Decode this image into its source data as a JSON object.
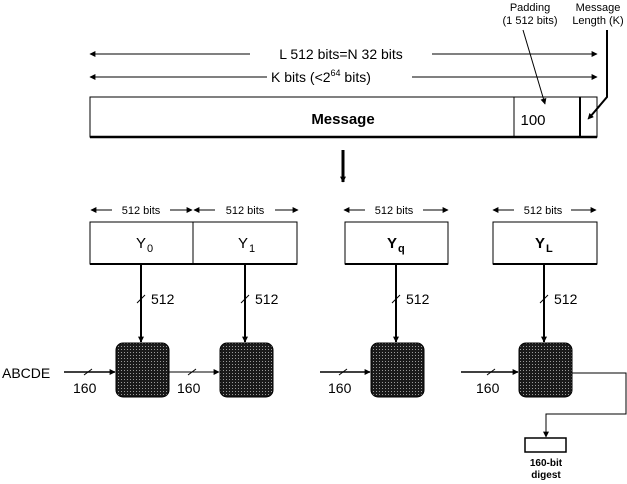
{
  "diagram": {
    "title": "SHA-1 message digest generation",
    "top": {
      "length_label": "L × 512 bits=N × 32 bits",
      "length_label_shown": "L  512 bits=N  32 bits",
      "kbits_label_main": "K bits (<2",
      "kbits_label_exp": "64",
      "kbits_label_tail": " bits)",
      "padding_label_line1": "Padding",
      "padding_label_line2": "(1  512 bits)",
      "msglen_label_line1": "Message",
      "msglen_label_line2": "Length (K)",
      "message_label": "Message",
      "padding_value": "100"
    },
    "blocks": [
      {
        "name": "Y",
        "sub": "0",
        "width_label": "512 bits",
        "input_bits": "512"
      },
      {
        "name": "Y",
        "sub": "1",
        "width_label": "512 bits",
        "input_bits": "512"
      },
      {
        "name": "Y",
        "sub": "q",
        "width_label": "512 bits",
        "input_bits": "512"
      },
      {
        "name": "Y",
        "sub": "L",
        "width_label": "512 bits",
        "input_bits": "512"
      }
    ],
    "chain": {
      "iv_label": "ABCDE",
      "chain_bits": [
        "160",
        "160",
        "160",
        "160"
      ]
    },
    "output": {
      "line1": "160-bit",
      "line2": "digest"
    },
    "colors": {
      "line": "#000000",
      "hash_box": "#2a2a2a",
      "background": "#ffffff"
    }
  }
}
